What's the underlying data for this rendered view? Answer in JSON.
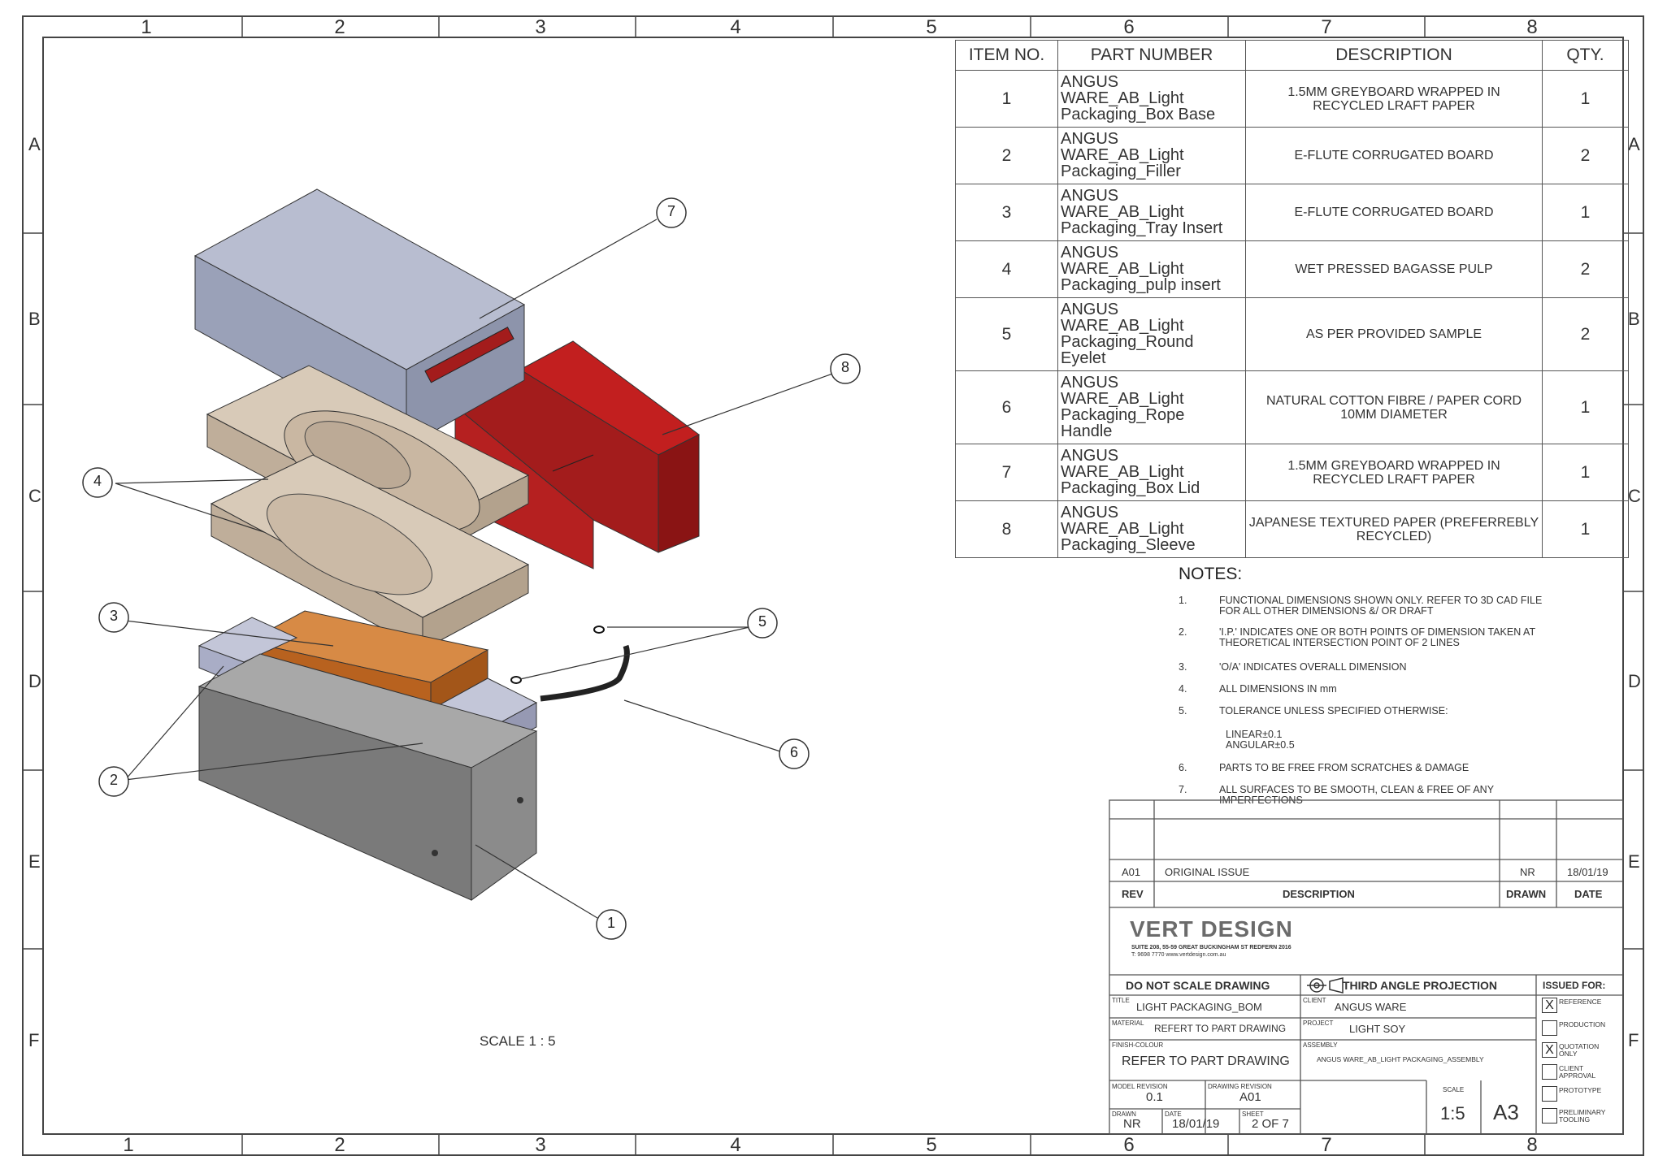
{
  "zones": {
    "columns": [
      "1",
      "2",
      "3",
      "4",
      "5",
      "6",
      "7",
      "8"
    ],
    "rows": [
      "A",
      "B",
      "C",
      "D",
      "E",
      "F"
    ]
  },
  "bom": {
    "headers": {
      "item": "ITEM NO.",
      "part": "PART NUMBER",
      "desc": "DESCRIPTION",
      "qty": "QTY."
    },
    "rows": [
      {
        "item": "1",
        "part": [
          "ANGUS",
          "WARE_AB_Light",
          "Packaging_Box Base"
        ],
        "desc": [
          "1.5MM GREYBOARD WRAPPED IN",
          "RECYCLED LRAFT PAPER"
        ],
        "qty": "1"
      },
      {
        "item": "2",
        "part": [
          "ANGUS",
          "WARE_AB_Light",
          "Packaging_Filler"
        ],
        "desc": [
          "E-FLUTE CORRUGATED BOARD"
        ],
        "qty": "2"
      },
      {
        "item": "3",
        "part": [
          "ANGUS",
          "WARE_AB_Light",
          "Packaging_Tray Insert"
        ],
        "desc": [
          "E-FLUTE CORRUGATED BOARD"
        ],
        "qty": "1"
      },
      {
        "item": "4",
        "part": [
          "ANGUS",
          "WARE_AB_Light",
          "Packaging_pulp insert"
        ],
        "desc": [
          "WET PRESSED BAGASSE PULP"
        ],
        "qty": "2"
      },
      {
        "item": "5",
        "part": [
          "ANGUS",
          "WARE_AB_Light",
          "Packaging_Round",
          "Eyelet"
        ],
        "desc": [
          "AS PER PROVIDED SAMPLE"
        ],
        "qty": "2"
      },
      {
        "item": "6",
        "part": [
          "ANGUS",
          "WARE_AB_Light",
          "Packaging_Rope",
          "Handle"
        ],
        "desc": [
          "NATURAL COTTON FIBRE / PAPER CORD",
          "10MM DIAMETER"
        ],
        "qty": "1"
      },
      {
        "item": "7",
        "part": [
          "ANGUS",
          "WARE_AB_Light",
          "Packaging_Box Lid"
        ],
        "desc": [
          "1.5MM GREYBOARD WRAPPED IN",
          "RECYCLED LRAFT PAPER"
        ],
        "qty": "1"
      },
      {
        "item": "8",
        "part": [
          "ANGUS",
          "WARE_AB_Light",
          "Packaging_Sleeve"
        ],
        "desc": [
          "JAPANESE TEXTURED PAPER (PREFERREBLY",
          "RECYCLED)"
        ],
        "qty": "1"
      }
    ]
  },
  "notes": {
    "title": "NOTES:",
    "items": [
      {
        "n": "1.",
        "text": [
          "FUNCTIONAL DIMENSIONS SHOWN ONLY. REFER TO 3D CAD FILE",
          "FOR ALL OTHER DIMENSIONS &/ OR DRAFT"
        ]
      },
      {
        "n": "2.",
        "text": [
          "'I.P.' INDICATES ONE OR BOTH POINTS OF DIMENSION TAKEN AT",
          "THEORETICAL INTERSECTION POINT OF 2 LINES"
        ]
      },
      {
        "n": "3.",
        "text": [
          "'O/A' INDICATES OVERALL DIMENSION"
        ]
      },
      {
        "n": "4.",
        "text": [
          "ALL DIMENSIONS IN mm"
        ]
      },
      {
        "n": "5.",
        "text": [
          "TOLERANCE UNLESS SPECIFIED OTHERWISE:"
        ]
      },
      {
        "n": "",
        "text": [
          "LINEAR±0.1",
          "ANGULAR±0.5"
        ]
      },
      {
        "n": "6.",
        "text": [
          "PARTS TO BE FREE FROM SCRATCHES & DAMAGE"
        ]
      },
      {
        "n": "7.",
        "text": [
          "ALL SURFACES TO BE SMOOTH, CLEAN & FREE OF ANY IMPERFECTIONS"
        ]
      }
    ]
  },
  "revisions": {
    "row": {
      "rev": "A01",
      "description": "ORIGINAL ISSUE",
      "drawn": "NR",
      "date": "18/01/19"
    },
    "headers": {
      "rev": "REV",
      "description": "DESCRIPTION",
      "drawn": "DRAWN",
      "date": "DATE"
    }
  },
  "company": {
    "name": "VERT DESIGN",
    "address": "SUITE 208, 55-59 GREAT BUCKINGHAM ST REDFERN 2016",
    "contact": "T: 9698 7770  www.vertdesign.com.au"
  },
  "title_block": {
    "do_not_scale": "DO NOT SCALE DRAWING",
    "projection": "THIRD ANGLE PROJECTION",
    "issued_for": "ISSUED FOR:",
    "title_label": "TITLE",
    "title": "LIGHT PACKAGING_BOM",
    "client_label": "CLIENT",
    "client": "ANGUS WARE",
    "material_label": "MATERIAL",
    "material": "REFERT TO PART DRAWING",
    "project_label": "PROJECT",
    "project": "LIGHT SOY",
    "finish_label": "FINISH-COLOUR",
    "finish": "REFER TO PART DRAWING",
    "assembly_label": "ASSEMBLY",
    "assembly": "ANGUS WARE_AB_LIGHT PACKAGING_ASSEMBLY",
    "model_rev_label": "MODEL REVISION",
    "model_rev": "0.1",
    "drawing_rev_label": "DRAWING REVISION",
    "drawing_rev": "A01",
    "drawn_label": "DRAWN",
    "drawn": "NR",
    "date_label": "DATE",
    "date": "18/01/19",
    "sheet_label": "SHEET",
    "sheet": "2 OF 7",
    "scale_label": "SCALE",
    "scale": "1:5",
    "size": "A3"
  },
  "issued_options": [
    {
      "label": "REFERENCE",
      "checked": true
    },
    {
      "label": "PRODUCTION",
      "checked": false
    },
    {
      "label": "QUOTATION ONLY",
      "checked": true
    },
    {
      "label": "CLIENT APPROVAL",
      "checked": false
    },
    {
      "label": "PROTOTYPE",
      "checked": false
    },
    {
      "label": "PRELIMINARY TOOLING",
      "checked": false
    }
  ],
  "balloons": [
    "1",
    "2",
    "3",
    "4",
    "5",
    "6",
    "7",
    "8"
  ],
  "view_scale": "SCALE 1 : 5",
  "colors": {
    "lid": "#9aa1b8",
    "sleeve": "#a31c1c",
    "pulp": "#cbb9a6",
    "tray": "#c8702c",
    "base": "#7a7a7a",
    "filler": "#a9adc6",
    "line": "#333333"
  }
}
